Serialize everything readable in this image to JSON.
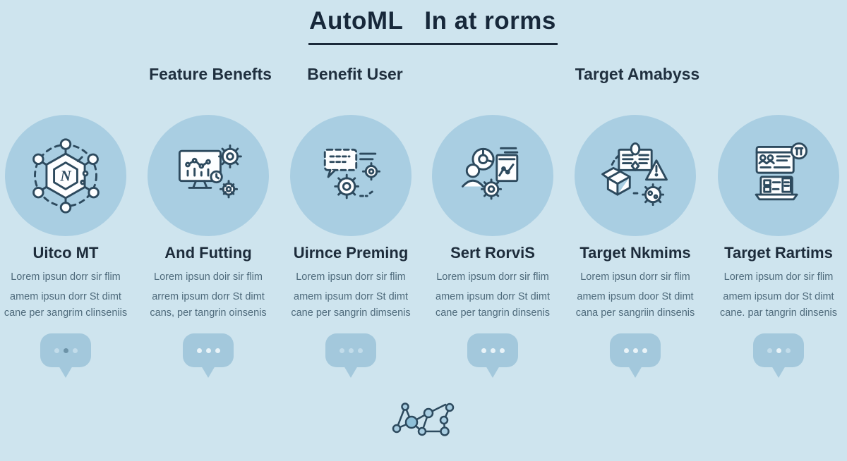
{
  "page": {
    "title": "AutoML   In at rorms",
    "colors": {
      "background": "#cee4ee",
      "circle_fill": "#a9cee2",
      "icon_stroke": "#2d4a5e",
      "heading_text": "#1b2a3a",
      "body_text": "#4f6b7c",
      "bubble_fill": "#a3c8dc",
      "bubble_dot": "#e9f3f8"
    }
  },
  "headers": [
    {
      "label": "Feature Benefts"
    },
    {
      "label": "Benefit User"
    },
    {
      "label": "Target Amabyss"
    }
  ],
  "columns": [
    {
      "icon": "network-nodes-icon",
      "title": "Uitco MT",
      "lines": [
        "Lorem ipsun dorr sir flim",
        "amem ipsun dorr St dimt",
        "cane per зangrim clinseniis"
      ]
    },
    {
      "icon": "monitor-gear-icon",
      "title": "And Futting",
      "lines": [
        "Lorem ipsun doir sir flim",
        "arrem ipsum dorr St dimt",
        "cans, per tangrin oinsenis"
      ]
    },
    {
      "icon": "chat-gears-icon",
      "title": "Uirnce Preming",
      "lines": [
        "Lorem ipsun dorr sir flim",
        "amem ipsum dorr St dimt",
        "cane per sangrin dimsenis"
      ]
    },
    {
      "icon": "person-analytics-icon",
      "title": "Sert RorviS",
      "lines": [
        "Lorem ipsum dorr sir flim",
        "amem ipsum dorr St dimt",
        "cane per tangrin dinsenis"
      ]
    },
    {
      "icon": "box-warning-gear-icon",
      "title": "Target Nkmims",
      "lines": [
        "Lorem ipsun dorr sir flim",
        "amem ipsum door St dimt",
        "cana per sangriin dinsenis"
      ]
    },
    {
      "icon": "browser-laptop-icon",
      "title": "Target Rartims",
      "lines": [
        "Lorem ipsum dor sir flim",
        "amem ipsum dor St dimt",
        "cane. par tangrin dinsenis"
      ]
    }
  ],
  "icons": {
    "bubble_icon": "typing-ellipsis-icon",
    "footer_icon": "network-graph-icon"
  }
}
